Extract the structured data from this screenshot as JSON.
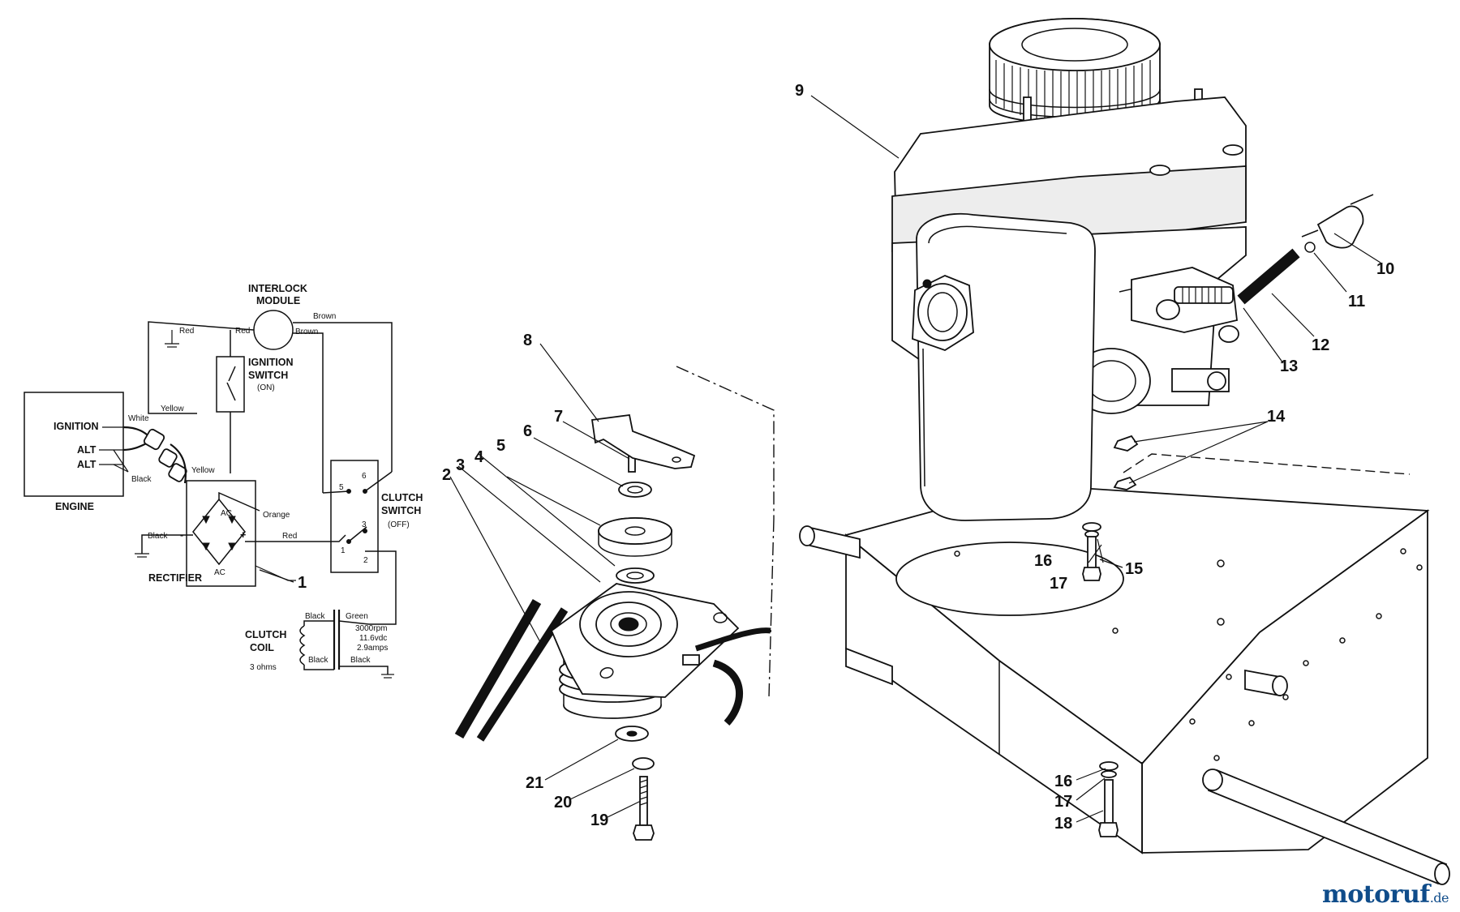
{
  "part_numbers": [
    {
      "n": "1"
    },
    {
      "n": "2"
    },
    {
      "n": "3"
    },
    {
      "n": "4"
    },
    {
      "n": "5"
    },
    {
      "n": "6"
    },
    {
      "n": "7"
    },
    {
      "n": "8"
    },
    {
      "n": "9"
    },
    {
      "n": "10"
    },
    {
      "n": "11"
    },
    {
      "n": "12"
    },
    {
      "n": "13"
    },
    {
      "n": "14"
    },
    {
      "n": "15"
    },
    {
      "n": "16"
    },
    {
      "n": "17"
    },
    {
      "n": "16"
    },
    {
      "n": "17"
    },
    {
      "n": "18"
    },
    {
      "n": "19"
    },
    {
      "n": "20"
    },
    {
      "n": "21"
    }
  ],
  "wiring": {
    "interlock_module": [
      "INTERLOCK",
      "MODULE"
    ],
    "ignition_switch": [
      "IGNITION",
      "SWITCH",
      "(ON)"
    ],
    "clutch_switch": [
      "CLUTCH",
      "SWITCH",
      "(OFF)"
    ],
    "engine_box": {
      "ignition": "IGNITION",
      "alt1": "ALT",
      "alt2": "ALT",
      "label": "ENGINE"
    },
    "rectifier": {
      "label": "RECTIFIER",
      "ac_top": "AC",
      "ac_bottom": "AC",
      "minus": "-",
      "plus": "+"
    },
    "clutch_coil": {
      "label": [
        "CLUTCH",
        "COIL"
      ],
      "resistance": "3 ohms"
    },
    "clutch_specs": [
      "3000rpm",
      "11.6vdc",
      "2.9amps"
    ],
    "switch_terminals": {
      "t5": "5",
      "t6": "6",
      "t3": "3",
      "t1": "1",
      "t2": "2"
    },
    "wire_colors": {
      "brown_top": "Brown",
      "brown_mid": "Brown",
      "red_left": "Red",
      "red_right": "Red",
      "yellow_left": "Yellow",
      "yellow_right": "Yellow",
      "white": "White",
      "black_eng": "Black",
      "orange": "Orange",
      "black_rect": "Black",
      "red_rect": "Red",
      "black_coil_top": "Black",
      "green": "Green",
      "black_coil_bot": "Black",
      "black_coil_r": "Black"
    }
  },
  "watermark": {
    "main": "motoruf",
    "tld": ".de"
  }
}
